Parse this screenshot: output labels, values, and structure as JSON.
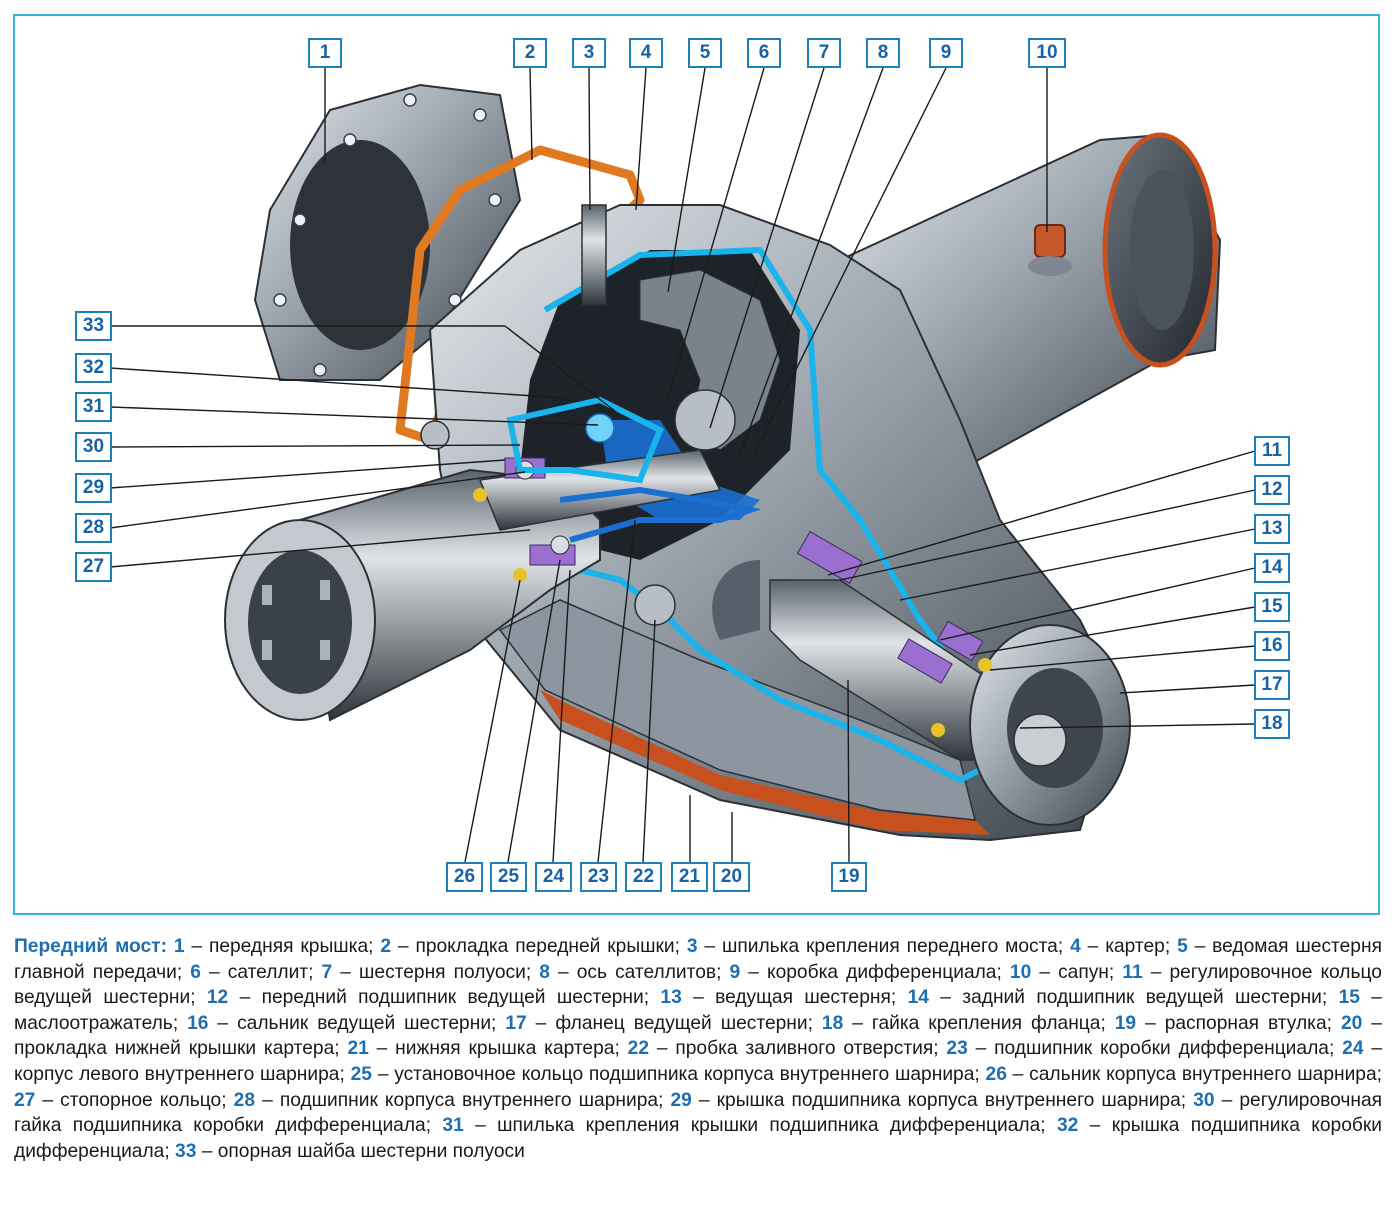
{
  "colors": {
    "frame": "#34b1dc",
    "callout_border": "#1f7fb8",
    "callout_text": "#1a62a3",
    "caption_accent": "#1e6fb0",
    "cutaway": "#19b4ec",
    "gasket": "#e07a20",
    "metal": "#9aa3ac"
  },
  "callouts": [
    {
      "n": "1"
    },
    {
      "n": "2"
    },
    {
      "n": "3"
    },
    {
      "n": "4"
    },
    {
      "n": "5"
    },
    {
      "n": "6"
    },
    {
      "n": "7"
    },
    {
      "n": "8"
    },
    {
      "n": "9"
    },
    {
      "n": "10"
    },
    {
      "n": "11"
    },
    {
      "n": "12"
    },
    {
      "n": "13"
    },
    {
      "n": "14"
    },
    {
      "n": "15"
    },
    {
      "n": "16"
    },
    {
      "n": "17"
    },
    {
      "n": "18"
    },
    {
      "n": "19"
    },
    {
      "n": "20"
    },
    {
      "n": "21"
    },
    {
      "n": "22"
    },
    {
      "n": "23"
    },
    {
      "n": "24"
    },
    {
      "n": "25"
    },
    {
      "n": "26"
    },
    {
      "n": "27"
    },
    {
      "n": "28"
    },
    {
      "n": "29"
    },
    {
      "n": "30"
    },
    {
      "n": "31"
    },
    {
      "n": "32"
    },
    {
      "n": "33"
    }
  ],
  "caption": {
    "title": "Передний мост:",
    "items": [
      {
        "n": "1",
        "text": "передняя крышка"
      },
      {
        "n": "2",
        "text": "прокладка передней крышки"
      },
      {
        "n": "3",
        "text": "шпилька крепления переднего моста"
      },
      {
        "n": "4",
        "text": "картер"
      },
      {
        "n": "5",
        "text": "ведомая шестерня главной передачи"
      },
      {
        "n": "6",
        "text": "сателлит"
      },
      {
        "n": "7",
        "text": "шестерня полуоси"
      },
      {
        "n": "8",
        "text": "ось сателлитов"
      },
      {
        "n": "9",
        "text": "коробка дифференциала"
      },
      {
        "n": "10",
        "text": "сапун"
      },
      {
        "n": "11",
        "text": "регулировочное кольцо ведущей шестерни"
      },
      {
        "n": "12",
        "text": "передний подшипник ведущей шестерни"
      },
      {
        "n": "13",
        "text": "ведущая шестерня"
      },
      {
        "n": "14",
        "text": "задний подшипник ведущей шестерни"
      },
      {
        "n": "15",
        "text": "маслоотражатель"
      },
      {
        "n": "16",
        "text": "сальник ведущей шестерни"
      },
      {
        "n": "17",
        "text": "фланец ведущей шестерни"
      },
      {
        "n": "18",
        "text": "гайка крепления фланца"
      },
      {
        "n": "19",
        "text": "распорная втулка"
      },
      {
        "n": "20",
        "text": "прокладка нижней крышки картера"
      },
      {
        "n": "21",
        "text": "нижняя крышка картера"
      },
      {
        "n": "22",
        "text": "пробка заливного отверстия"
      },
      {
        "n": "23",
        "text": "подшипник коробки дифференциала"
      },
      {
        "n": "24",
        "text": "корпус левого внутреннего шарнира"
      },
      {
        "n": "25",
        "text": "установочное кольцо подшипника корпуса внутреннего шарнира"
      },
      {
        "n": "26",
        "text": "сальник корпуса внутреннего шарнира"
      },
      {
        "n": "27",
        "text": "стопорное кольцо"
      },
      {
        "n": "28",
        "text": "подшипник корпуса внутреннего шарнира"
      },
      {
        "n": "29",
        "text": "крышка подшипника корпуса внутреннего шарнира"
      },
      {
        "n": "30",
        "text": "регулировочная гайка подшипника коробки дифференциала"
      },
      {
        "n": "31",
        "text": "шпилька крепления крышки подшипника дифференциала"
      },
      {
        "n": "32",
        "text": "крышка подшипника коробки дифференциала"
      },
      {
        "n": "33",
        "text": "опорная шайба шестерни полуоси"
      }
    ]
  }
}
